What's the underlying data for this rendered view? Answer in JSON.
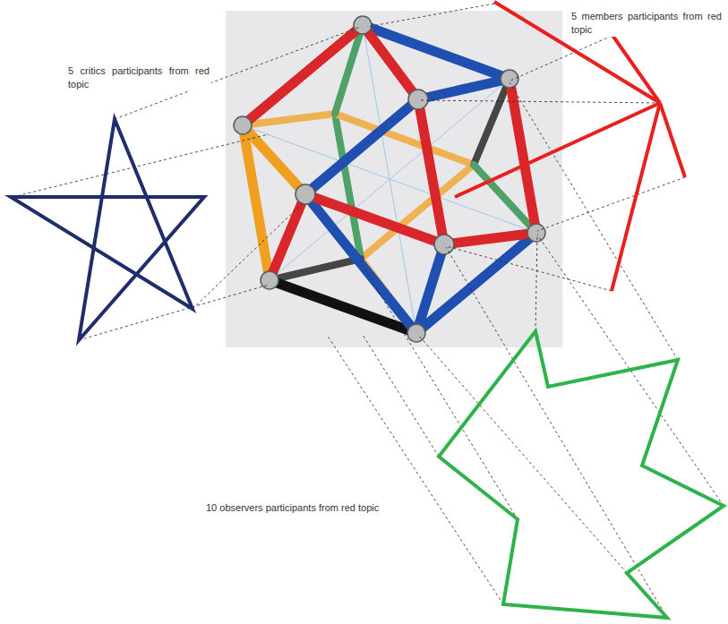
{
  "diagram": {
    "labels": [
      "5 critics participants from red topic",
      "5 members participants from red topic",
      "10 observers participants from red topic"
    ]
  }
}
